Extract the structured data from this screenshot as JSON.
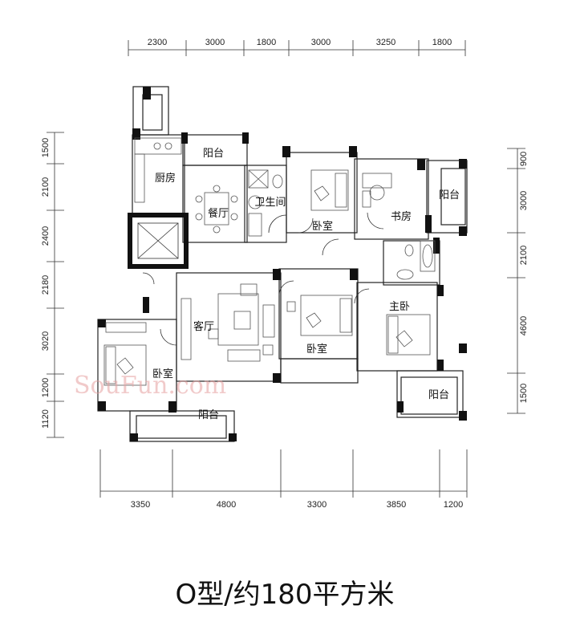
{
  "dimensions": {
    "top": [
      "2300",
      "3000",
      "1800",
      "3000",
      "3250",
      "1800"
    ],
    "bottom": [
      "3350",
      "4800",
      "3300",
      "3850",
      "1200"
    ],
    "left": [
      "1500",
      "2100",
      "2400",
      "2180",
      "3020",
      "1200",
      "1120"
    ],
    "right": [
      "900",
      "3000",
      "2100",
      "4600",
      "1500"
    ]
  },
  "rooms": {
    "kitchen": "厨房",
    "balcony_north": "阳台",
    "dining": "餐厅",
    "bathroom": "卫生间",
    "bedroom_north": "卧室",
    "study": "书房",
    "balcony_east": "阳台",
    "living": "客厅",
    "bedroom_center": "卧室",
    "master_bedroom": "主卧",
    "bedroom_west": "卧室",
    "balcony_south": "阳台",
    "balcony_southeast": "阳台"
  },
  "watermark": "SouFun.com",
  "caption": "O型/约180平方米"
}
